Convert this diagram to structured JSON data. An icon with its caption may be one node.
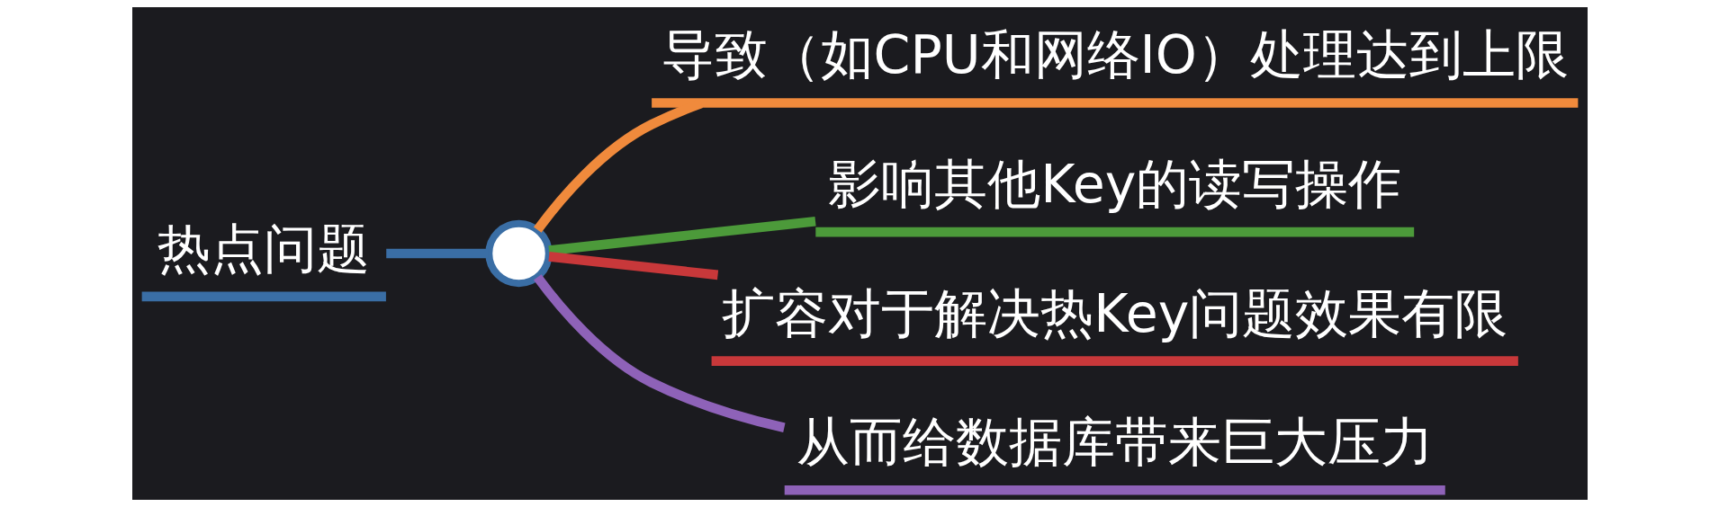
{
  "diagram": {
    "nodes": [
      {
        "text": [
          "热点问题"
        ]
      },
      {
        "text": [],
        "shape": "circle"
      },
      {
        "text": [
          "导致（如CPU和网络IO）处理达到上限"
        ]
      },
      {
        "text": [
          "影响其他Key的读写操作"
        ]
      },
      {
        "text": [
          "扩容对于解决热Key问题效果有限"
        ]
      },
      {
        "text": [
          "从而给数据库带来巨大压力"
        ]
      }
    ],
    "edges": [
      {
        "from": 0,
        "to": 1,
        "arrow": "none",
        "color": "#3a6ea5"
      },
      {
        "from": 1,
        "to": 2,
        "arrow": "none",
        "color": "#f08a3c"
      },
      {
        "from": 1,
        "to": 3,
        "arrow": "none",
        "color": "#4c9a3a"
      },
      {
        "from": 1,
        "to": 4,
        "arrow": "none",
        "color": "#c8383a"
      },
      {
        "from": 1,
        "to": 5,
        "arrow": "none",
        "color": "#8e62b8"
      }
    ]
  }
}
